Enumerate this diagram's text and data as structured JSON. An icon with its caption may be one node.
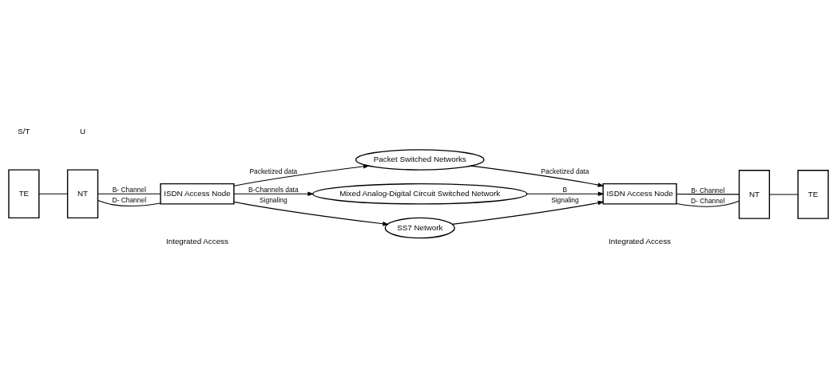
{
  "diagram": {
    "nodes": [
      {
        "text": [
          "TE"
        ]
      },
      {
        "text": [
          "NT"
        ]
      },
      {
        "text": [
          "ISDN Access Node"
        ]
      },
      {
        "text": [
          "Packet Switched Networks"
        ]
      },
      {
        "text": [
          "Mixed Analog-Digital Circuit Switched Network"
        ]
      },
      {
        "text": [
          "SS7 Network"
        ]
      },
      {
        "text": [
          "ISDN Access Node"
        ]
      },
      {
        "text": [
          "NT"
        ]
      },
      {
        "text": [
          "TE"
        ]
      }
    ],
    "edges": [
      {
        "from": 0,
        "to": 1,
        "arrow": "none"
      },
      {
        "from": 1,
        "to": 2,
        "arrow": "none",
        "label": "B- Channel"
      },
      {
        "from": 1,
        "to": 2,
        "arrow": "none",
        "label": "D- Channel"
      },
      {
        "from": 2,
        "to": 3,
        "arrow": "to",
        "label": "Packetized data"
      },
      {
        "from": 2,
        "to": 4,
        "arrow": "to",
        "label": "B-Channels data"
      },
      {
        "from": 2,
        "to": 5,
        "arrow": "to",
        "label": "Signaling"
      },
      {
        "from": 3,
        "to": 6,
        "arrow": "to",
        "label": "Packetized data"
      },
      {
        "from": 4,
        "to": 6,
        "arrow": "to",
        "label": "B"
      },
      {
        "from": 5,
        "to": 6,
        "arrow": "to",
        "label": "Signaling"
      },
      {
        "from": 6,
        "to": 7,
        "arrow": "none",
        "label": "B- Channel"
      },
      {
        "from": 6,
        "to": 7,
        "arrow": "none",
        "label": "D- Channel"
      },
      {
        "from": 7,
        "to": 8,
        "arrow": "none"
      }
    ],
    "labels": [
      "S/T",
      "U",
      "Integrated Access",
      "Integrated Access"
    ]
  }
}
